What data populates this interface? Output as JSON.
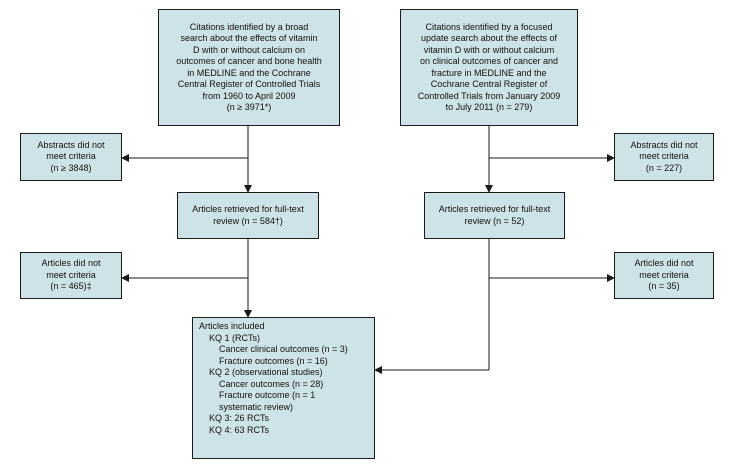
{
  "boxes": {
    "broad_search": {
      "lines": [
        "Citations identified by a broad",
        "search about the effects of vitamin",
        "D with or without calcium on",
        "outcomes of cancer and bone health",
        "in MEDLINE and the Cochrane",
        "Central Register of Controlled Trials",
        "from 1960 to April 2009",
        "(n ≥ 3971*)"
      ]
    },
    "focused_search": {
      "lines": [
        "Citations identified by a focused",
        "update search about the effects of",
        "vitamin D with or without calcium",
        "on clinical outcomes of cancer and",
        "fracture in MEDLINE and the",
        "Cochrane Central Register of",
        "Controlled Trials from January 2009",
        "to July 2011 (n = 279)"
      ]
    },
    "abstracts_left": {
      "lines": [
        "Abstracts did not",
        "meet criteria",
        "(n ≥ 3848)"
      ]
    },
    "abstracts_right": {
      "lines": [
        "Abstracts did not",
        "meet criteria",
        "(n = 227)"
      ]
    },
    "fulltext_left": {
      "lines": [
        "Articles retrieved for full-text",
        "review (n = 584†)"
      ]
    },
    "fulltext_right": {
      "lines": [
        "Articles retrieved for full-text",
        "review (n = 52)"
      ]
    },
    "excluded_left": {
      "lines": [
        "Articles did not",
        "meet criteria",
        "(n = 465)‡"
      ]
    },
    "excluded_right": {
      "lines": [
        "Articles did not",
        "meet criteria",
        "(n = 35)"
      ]
    },
    "included": {
      "lines": [
        "Articles included",
        "KQ 1 (RCTs)",
        "Cancer clinical outcomes (n = 3)",
        "Fracture outcomes (n = 16)",
        "KQ 2 (observational studies)",
        "Cancer outcomes (n = 28)",
        "Fracture outcome (n = 1",
        "systematic review)",
        "KQ 3: 26 RCTs",
        "KQ 4: 63 RCTs"
      ]
    }
  },
  "colors": {
    "box_fill": "#cde3e8",
    "line": "#1a1a1a"
  }
}
